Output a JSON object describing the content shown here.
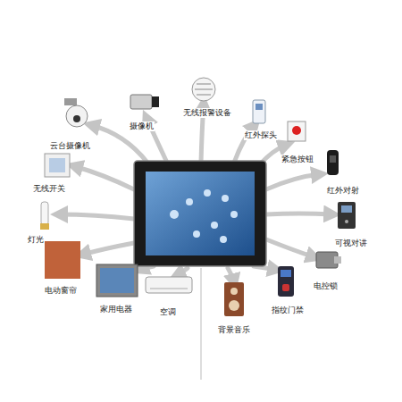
{
  "diagram": {
    "labels": [
      "摄像机",
      "无线报警设备",
      "红外探头",
      "云台摄像机",
      "紧急按钮",
      "无线开关",
      "红外对射",
      "灯光",
      "可视对讲",
      "电动窗帘",
      "电控锁",
      "家用电器",
      "空调",
      "背景音乐",
      "指纹门禁"
    ]
  }
}
